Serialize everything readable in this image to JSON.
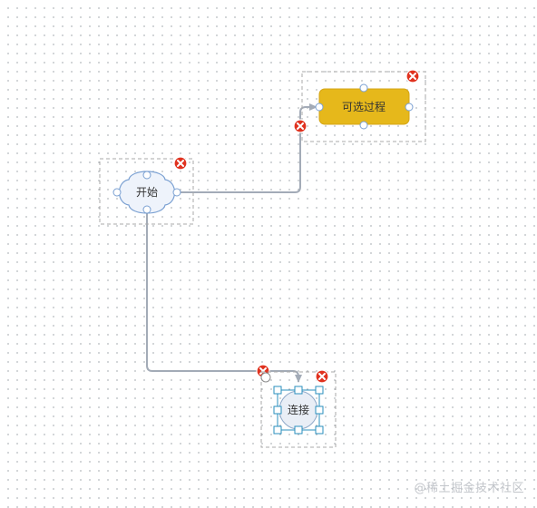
{
  "nodes": {
    "start": {
      "label": "开始",
      "shape": "cloud"
    },
    "optional_process": {
      "label": "可选过程",
      "shape": "rounded-rect"
    },
    "connector": {
      "label": "连接",
      "shape": "circle",
      "selected": true
    }
  },
  "edges": [
    {
      "from": "start",
      "to": "optional_process"
    },
    {
      "from": "start",
      "to": "connector"
    }
  ],
  "watermark": "@稀土掘金技术社区",
  "colors": {
    "node_fill": "#eef3fb",
    "node_stroke": "#7aa0d2",
    "process_fill": "#e6b81b",
    "edge": "#a3abb7",
    "delete_badge": "#e0321f",
    "selection": "#2a8fbd",
    "dashed_frame": "#aaaaaa"
  },
  "icons": {
    "delete": "close-circle-icon",
    "port": "port-handle",
    "resize": "resize-handle"
  }
}
